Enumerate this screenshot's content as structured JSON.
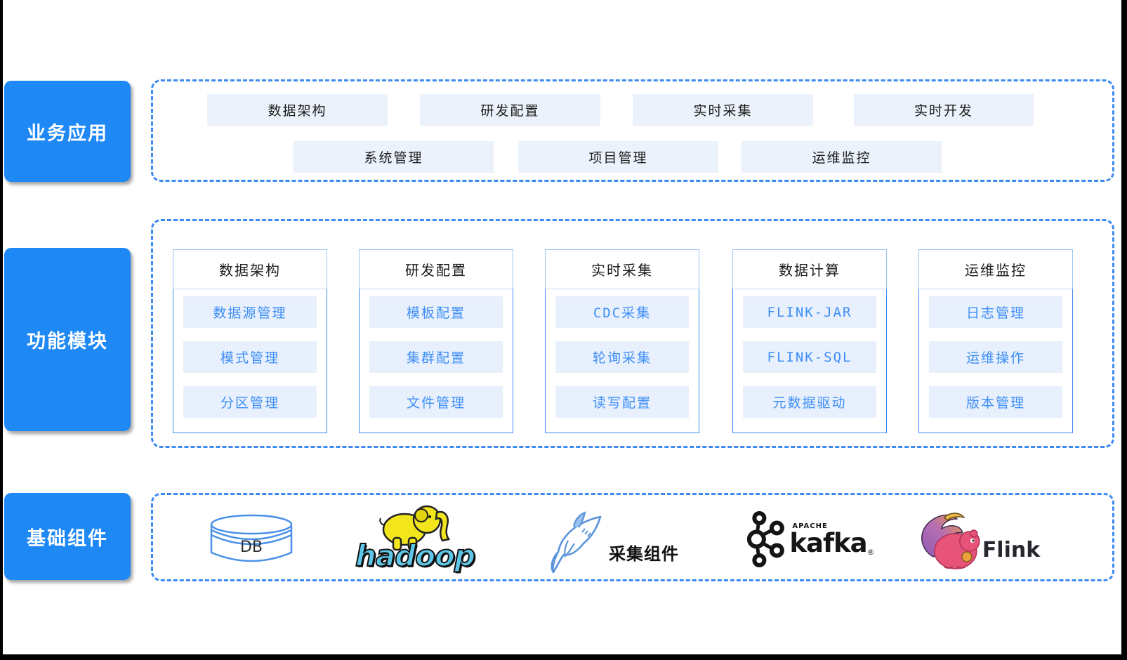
{
  "colors": {
    "accent_blue": "#1E88F5",
    "dash_border": "#3D8AF2",
    "button_bg": "#EBF2FB",
    "item_bg": "#E7F0FC",
    "item_text": "#3E8EF7"
  },
  "business": {
    "label": "业务应用",
    "apps_row1": [
      "数据架构",
      "研发配置",
      "实时采集",
      "实时开发"
    ],
    "apps_row2": [
      "系统管理",
      "项目管理",
      "运维监控"
    ]
  },
  "modules": {
    "label": "功能模块",
    "columns": [
      {
        "title": "数据架构",
        "items": [
          "数据源管理",
          "模式管理",
          "分区管理"
        ]
      },
      {
        "title": "研发配置",
        "items": [
          "模板配置",
          "集群配置",
          "文件管理"
        ]
      },
      {
        "title": "实时采集",
        "items": [
          "CDC采集",
          "轮询采集",
          "读写配置"
        ]
      },
      {
        "title": "数据计算",
        "items": [
          "FLINK-JAR",
          "FLINK-SQL",
          "元数据驱动"
        ]
      },
      {
        "title": "运维监控",
        "items": [
          "日志管理",
          "运维操作",
          "版本管理"
        ]
      }
    ]
  },
  "components": {
    "label": "基础组件",
    "db": {
      "label": "DB"
    },
    "hadoop": {
      "label": "hadoop"
    },
    "collector": {
      "label": "采集组件"
    },
    "kafka": {
      "brand": "APACHE",
      "label": "kafka",
      "reg": "®"
    },
    "flink": {
      "label": "Flink"
    }
  }
}
